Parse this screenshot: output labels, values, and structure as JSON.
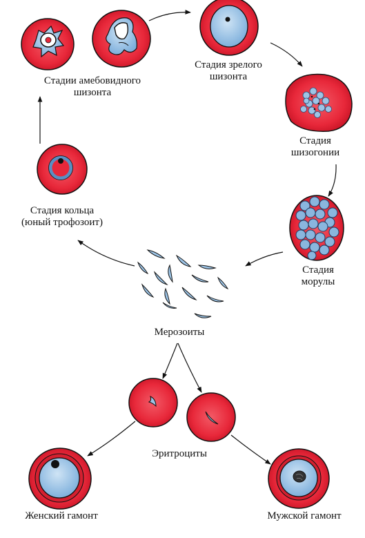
{
  "labels": {
    "amoeboid": [
      "Стадии амебовидного",
      "шизонта"
    ],
    "mature": [
      "Стадия зрелого",
      "шизонта"
    ],
    "schizogony": [
      "Стадия",
      "шизогонии"
    ],
    "ring": [
      "Стадия кольца",
      "(юный трофозоит)"
    ],
    "morula": [
      "Стадия",
      "морулы"
    ],
    "merozoites": "Мерозоиты",
    "erythrocytes": "Эритроциты",
    "female": "Женский гамонт",
    "male": "Мужской гамонт"
  },
  "colors": {
    "cell_fill": "#e8283a",
    "cell_rim": "#b5121f",
    "parasite": "#9dc4e6",
    "parasite_dark": "#5b8fc2",
    "outline": "#111111"
  },
  "icons": [
    "erythrocyte",
    "merozoite",
    "arrow"
  ]
}
